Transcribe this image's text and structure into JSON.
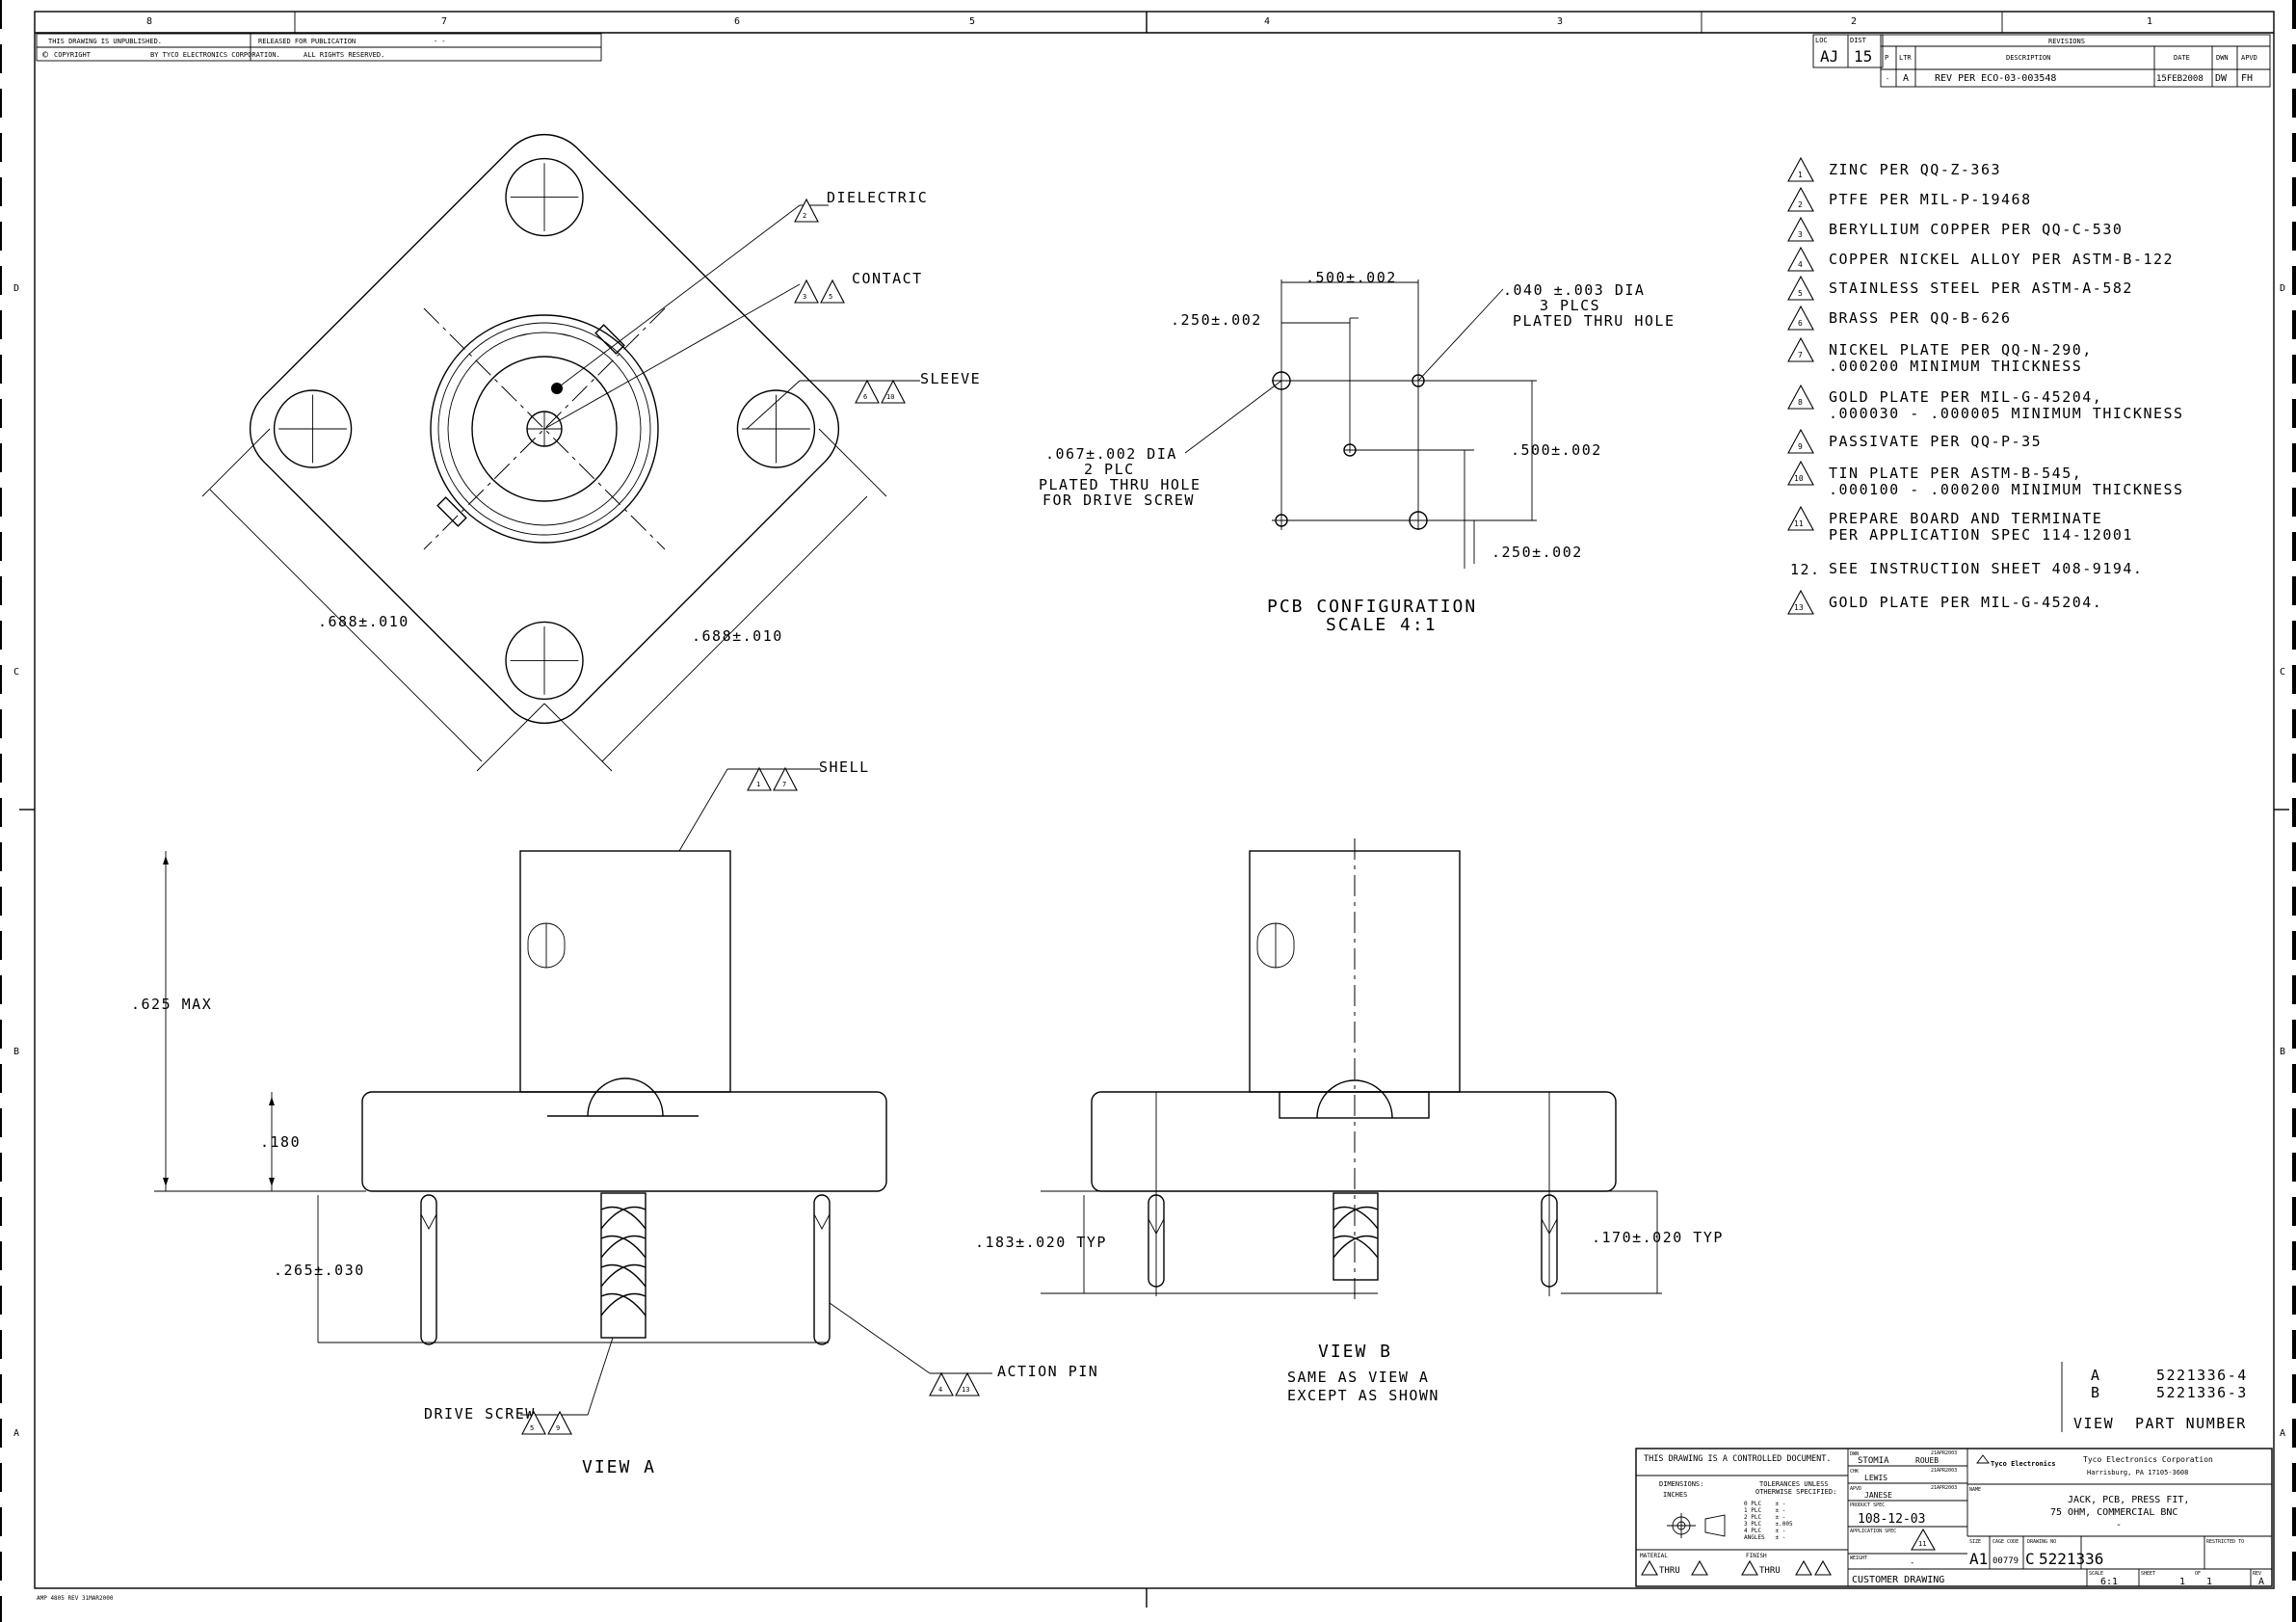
{
  "zones": {
    "top": [
      "8",
      "7",
      "6",
      "5",
      "4",
      "3",
      "2",
      "1"
    ],
    "side": [
      "D",
      "C",
      "B",
      "A"
    ]
  },
  "header_block": {
    "line1": "THIS DRAWING IS UNPUBLISHED.",
    "line1b": "RELEASED FOR PUBLICATION",
    "line1c": "- -",
    "line2": "COPYRIGHT",
    "line2b": "BY TYCO ELECTRONICS CORPORATION.",
    "line2c": "ALL RIGHTS RESERVED."
  },
  "revisions": {
    "title": "REVISIONS",
    "loc_label": "LOC",
    "dist_label": "DIST",
    "loc_value": "AJ",
    "dist_value": "15",
    "headers": [
      "P",
      "LTR",
      "DESCRIPTION",
      "DATE",
      "DWN",
      "APVD"
    ],
    "row": {
      "p": "-",
      "ltr": "A",
      "description": "REV PER ECO-03-003548",
      "date": "15FEB2008",
      "dwn": "DW",
      "apvd": "FH"
    }
  },
  "notes": [
    {
      "num": "1",
      "text": "ZINC PER QQ-Z-363"
    },
    {
      "num": "2",
      "text": "PTFE PER MIL-P-19468"
    },
    {
      "num": "3",
      "text": "BERYLLIUM COPPER PER QQ-C-530"
    },
    {
      "num": "4",
      "text": "COPPER NICKEL ALLOY PER ASTM-B-122"
    },
    {
      "num": "5",
      "text": "STAINLESS STEEL PER ASTM-A-582"
    },
    {
      "num": "6",
      "text": "BRASS PER QQ-B-626"
    },
    {
      "num": "7",
      "text": "NICKEL PLATE PER QQ-N-290,",
      "text2": ".000200 MINIMUM THICKNESS"
    },
    {
      "num": "8",
      "text": "GOLD PLATE PER MIL-G-45204,",
      "text2": ".000030 - .000005 MINIMUM THICKNESS"
    },
    {
      "num": "9",
      "text": "PASSIVATE PER QQ-P-35"
    },
    {
      "num": "10",
      "text": "TIN PLATE PER ASTM-B-545,",
      "text2": ".000100 - .000200 MINIMUM THICKNESS"
    },
    {
      "num": "11",
      "text": "PREPARE BOARD AND TERMINATE",
      "text2": "PER APPLICATION SPEC 114-12001"
    },
    {
      "num": "12.",
      "text": "SEE INSTRUCTION SHEET 408-9194.",
      "plain": true
    },
    {
      "num": "13",
      "text": "GOLD PLATE PER MIL-G-45204."
    }
  ],
  "top_view": {
    "dielectric": "DIELECTRIC",
    "dielectric_note": "2",
    "contact": "CONTACT",
    "contact_notes": [
      "3",
      "5"
    ],
    "sleeve": "SLEEVE",
    "sleeve_notes": [
      "6",
      "10"
    ],
    "dim_left": ".688±.010",
    "dim_right": ".688±.010"
  },
  "pcb": {
    "dim_top": ".500±.002",
    "dim_left": ".250±.002",
    "hole_dia_1": ".040 ±.003 DIA",
    "hole_dia_2": "3 PLCS",
    "hole_dia_3": "PLATED THRU HOLE",
    "drive_1": ".067±.002 DIA",
    "drive_2": "2 PLC",
    "drive_3": "PLATED THRU HOLE",
    "drive_4": "FOR DRIVE SCREW",
    "dim_right": ".500±.002",
    "dim_bottom": ".250±.002",
    "title": "PCB CONFIGURATION",
    "scale": "SCALE 4:1"
  },
  "view_a": {
    "shell": "SHELL",
    "shell_notes": [
      "1",
      "7"
    ],
    "height": ".625 MAX",
    "flange": ".180",
    "pin_len": ".265±.030",
    "drive_screw": "DRIVE SCREW",
    "drive_notes": [
      "5",
      "9"
    ],
    "action_pin": "ACTION PIN",
    "action_notes": [
      "4",
      "13"
    ],
    "title": "VIEW A"
  },
  "view_b": {
    "dim_left": ".183±.020 TYP",
    "dim_right": ".170±.020 TYP",
    "title": "VIEW B",
    "sub1": "SAME AS VIEW A",
    "sub2": "EXCEPT AS SHOWN"
  },
  "part_table": {
    "rows": [
      {
        "view": "A",
        "part": "5221336-4"
      },
      {
        "view": "B",
        "part": "5221336-3"
      }
    ],
    "h_view": "VIEW",
    "h_part": "PART NUMBER"
  },
  "title_block": {
    "controlled": "THIS DRAWING IS A CONTROLLED DOCUMENT.",
    "dimensions": "DIMENSIONS:",
    "tolerances": "TOLERANCES UNLESS",
    "otherwise": "OTHERWISE SPECIFIED:",
    "dim_unit": "INCHES",
    "tol_lines": [
      "0 PLC    ± -",
      "1 PLC    ± -",
      "2 PLC    ± -",
      "3 PLC    ±.005",
      "4 PLC    ± -",
      "ANGLES   ± -"
    ],
    "dwn_label": "DWN",
    "dwn": "STOMIA",
    "dwn2": "ROUEB",
    "dwn_date": "21APR2003",
    "chk_label": "CHK",
    "chk": "LEWIS",
    "chk_date": "21APR2003",
    "appvd_label": "APVD",
    "appvd": "JANESE",
    "appvd_date": "21APR2003",
    "product_spec_label": "PRODUCT SPEC",
    "product_spec": "108-12-03",
    "app_spec_label": "APPLICATION SPEC",
    "app_spec_note": "11",
    "weight_label": "WEIGHT",
    "weight": "-",
    "material": "MATERIAL",
    "finish": "FINISH",
    "thru_a": "THRU",
    "thru_b": "THRU",
    "company_logo": "Tyco Electronics",
    "company": "Tyco Electronics Corporation",
    "city": "Harrisburg, PA 17105-3608",
    "name_label": "NAME",
    "name1": "JACK, PCB, PRESS FIT,",
    "name2": "75 OHM, COMMERCIAL BNC",
    "name3": "-",
    "size_label": "SIZE",
    "size": "A1",
    "cage_label": "CAGE CODE",
    "cage": "00779",
    "dwg_label": "DRAWING NO",
    "dwg_prefix": "C",
    "dwg": "5221336",
    "restricted": "RESTRICTED TO",
    "customer": "CUSTOMER DRAWING",
    "scale_label": "SCALE",
    "scale": "6:1",
    "sheet_label": "SHEET",
    "sheet": "1",
    "of": "OF",
    "sheets": "1",
    "rev_label": "REV",
    "rev": "A"
  },
  "footer": "AMP 4805 REV 31MAR2000"
}
